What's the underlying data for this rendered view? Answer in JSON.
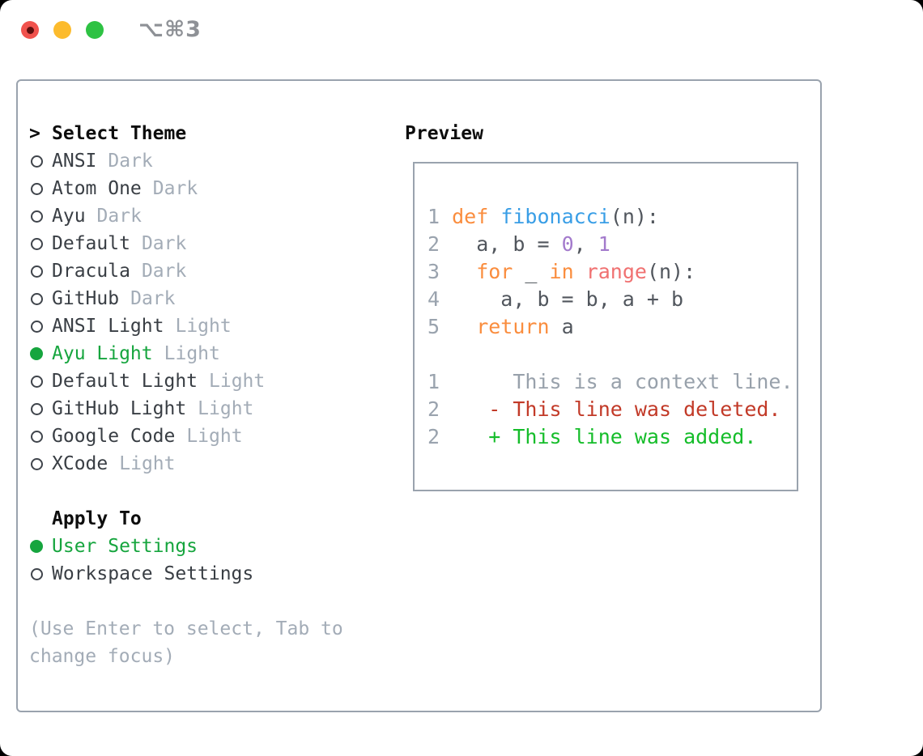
{
  "window": {
    "title": "⌥⌘3",
    "traffic_lights": [
      {
        "name": "close",
        "color": "#f0524d",
        "inner_dot": "#5e0f0e"
      },
      {
        "name": "minimize",
        "color": "#fcbb2d",
        "inner_dot": null
      },
      {
        "name": "zoom",
        "color": "#2ec243",
        "inner_dot": null
      }
    ]
  },
  "theme_list": {
    "prompt": ">",
    "header": "Select Theme",
    "items": [
      {
        "name": "ANSI",
        "variant": "Dark",
        "selected": false
      },
      {
        "name": "Atom One",
        "variant": "Dark",
        "selected": false
      },
      {
        "name": "Ayu",
        "variant": "Dark",
        "selected": false
      },
      {
        "name": "Default",
        "variant": "Dark",
        "selected": false
      },
      {
        "name": "Dracula",
        "variant": "Dark",
        "selected": false
      },
      {
        "name": "GitHub",
        "variant": "Dark",
        "selected": false
      },
      {
        "name": "ANSI Light",
        "variant": "Light",
        "selected": false
      },
      {
        "name": "Ayu Light",
        "variant": "Light",
        "selected": true
      },
      {
        "name": "Default Light",
        "variant": "Light",
        "selected": false
      },
      {
        "name": "GitHub Light",
        "variant": "Light",
        "selected": false
      },
      {
        "name": "Google Code",
        "variant": "Light",
        "selected": false
      },
      {
        "name": "XCode",
        "variant": "Light",
        "selected": false
      }
    ]
  },
  "apply_to": {
    "header": "Apply To",
    "options": [
      {
        "label": "User Settings",
        "selected": true
      },
      {
        "label": "Workspace Settings",
        "selected": false
      }
    ]
  },
  "help_text": "(Use Enter to select, Tab to change focus)",
  "preview": {
    "title": "Preview",
    "syntax_colors": {
      "plain": "#51565d",
      "keyword": "#fa8d3e",
      "function": "#399ee6",
      "number": "#a37acc",
      "builtin": "#f07171",
      "lineno": "#9aa3ae",
      "context": "#98a1ab",
      "deleted": "#c23a28",
      "added": "#15bd2a"
    },
    "lines": [
      {
        "num": "1",
        "kind": "code",
        "tokens": [
          {
            "text": "def",
            "style": "keyword"
          },
          {
            "text": " ",
            "style": "plain"
          },
          {
            "text": "fibonacci",
            "style": "function"
          },
          {
            "text": "(n):",
            "style": "plain"
          }
        ]
      },
      {
        "num": "2",
        "kind": "code",
        "tokens": [
          {
            "text": "  a, b = ",
            "style": "plain"
          },
          {
            "text": "0",
            "style": "number"
          },
          {
            "text": ", ",
            "style": "plain"
          },
          {
            "text": "1",
            "style": "number"
          }
        ]
      },
      {
        "num": "3",
        "kind": "code",
        "tokens": [
          {
            "text": "  ",
            "style": "plain"
          },
          {
            "text": "for",
            "style": "keyword"
          },
          {
            "text": " _ ",
            "style": "plain"
          },
          {
            "text": "in",
            "style": "keyword"
          },
          {
            "text": " ",
            "style": "plain"
          },
          {
            "text": "range",
            "style": "builtin"
          },
          {
            "text": "(n):",
            "style": "plain"
          }
        ]
      },
      {
        "num": "4",
        "kind": "code",
        "tokens": [
          {
            "text": "    a, b = b, a + b",
            "style": "plain"
          }
        ]
      },
      {
        "num": "5",
        "kind": "code",
        "tokens": [
          {
            "text": "  ",
            "style": "plain"
          },
          {
            "text": "return",
            "style": "keyword"
          },
          {
            "text": " a",
            "style": "plain"
          }
        ]
      },
      {
        "num": "",
        "kind": "blank",
        "tokens": []
      },
      {
        "num": "1",
        "kind": "diff-context",
        "tokens": [
          {
            "text": "     This is a context line.",
            "style": "context"
          }
        ]
      },
      {
        "num": "2",
        "kind": "diff-deleted",
        "tokens": [
          {
            "text": "   - This line was deleted.",
            "style": "deleted"
          }
        ]
      },
      {
        "num": "2",
        "kind": "diff-added",
        "tokens": [
          {
            "text": "   + This line was added.",
            "style": "added"
          }
        ]
      }
    ]
  },
  "ui_colors": {
    "selection_green": "#16a53e",
    "panel_border": "#9aa3ae",
    "header_text": "#0d0d0d",
    "item_text": "#393e44",
    "muted_text": "#a3acb7",
    "titlebar_text": "#8e9196"
  }
}
